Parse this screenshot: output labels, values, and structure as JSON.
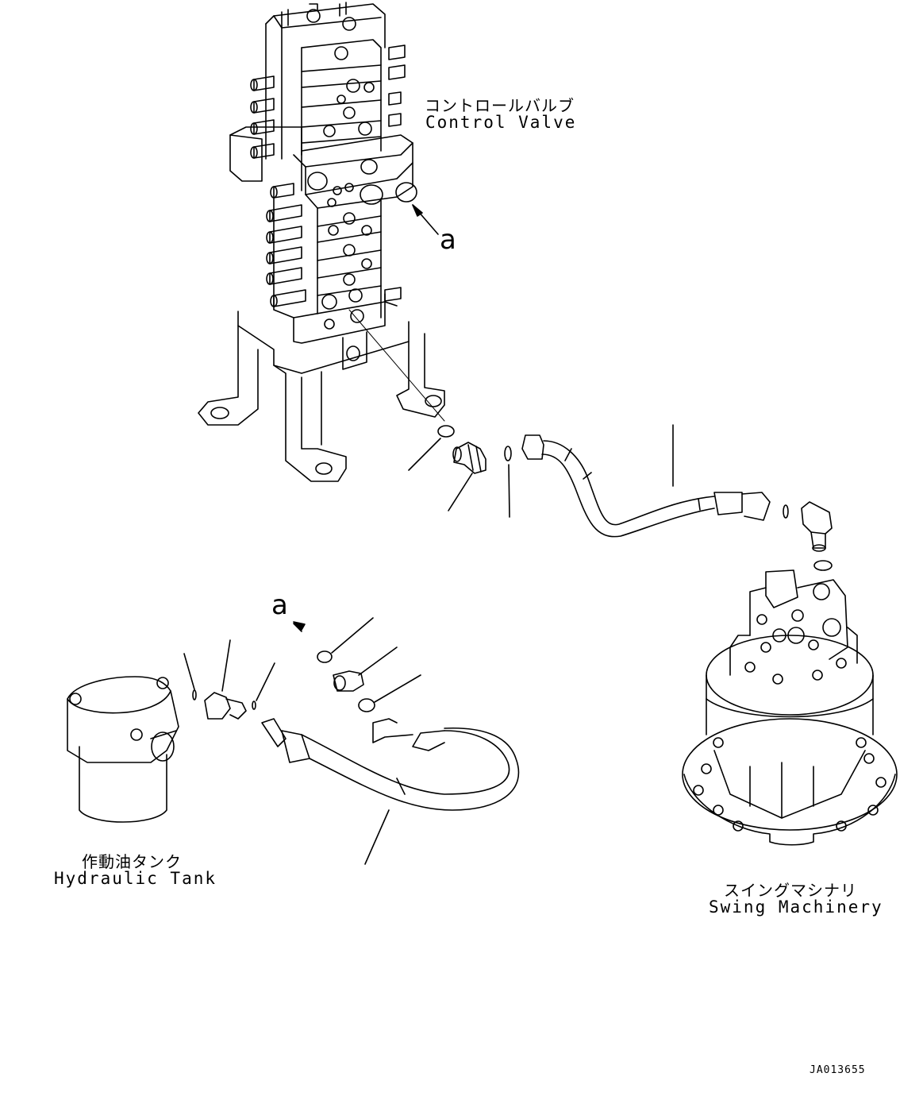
{
  "labels": {
    "control_valve_jp": "コントロールバルブ",
    "control_valve_en": "Control Valve",
    "hydraulic_tank_jp": "作動油タンク",
    "hydraulic_tank_en": "Hydraulic Tank",
    "swing_machinery_jp": "スイングマシナリ",
    "swing_machinery_en": "Swing Machinery",
    "ref_a_upper": "a",
    "ref_a_lower": "a",
    "drawing_code": "JA013655"
  }
}
